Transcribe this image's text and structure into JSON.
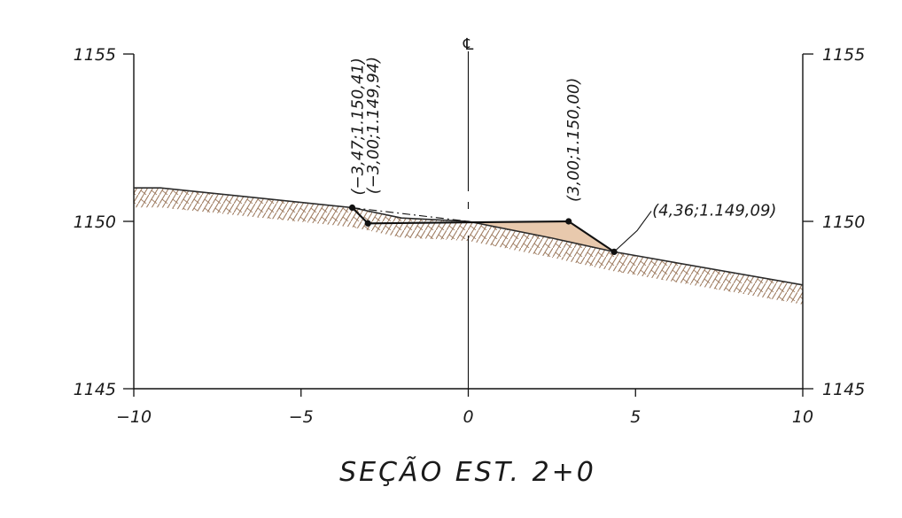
{
  "title": "SEÇÃO EST. 2+0",
  "centerline_symbol": "℄",
  "colors": {
    "ground_line": "#2b2b2b",
    "hatch": "#a07e63",
    "fill_area": "#e8c9ad",
    "axis": "#111111",
    "text": "#1a1a1a"
  },
  "chart_data": {
    "type": "cross-section",
    "title": "SEÇÃO EST. 2+0",
    "xlim": [
      -10,
      10
    ],
    "ylim": [
      1145,
      1155
    ],
    "x_ticks": [
      {
        "value": -10,
        "label": "−10"
      },
      {
        "value": -5,
        "label": "−5"
      },
      {
        "value": 0,
        "label": "0"
      },
      {
        "value": 5,
        "label": "5"
      },
      {
        "value": 10,
        "label": "10"
      }
    ],
    "y_ticks": [
      {
        "value": 1145,
        "label": "1145"
      },
      {
        "value": 1150,
        "label": "1150"
      },
      {
        "value": 1155,
        "label": "1155"
      }
    ],
    "ground_profile": [
      {
        "x": -10,
        "y": 1151.0
      },
      {
        "x": -9.2,
        "y": 1151.0
      },
      {
        "x": -3.47,
        "y": 1150.41
      },
      {
        "x": -2.0,
        "y": 1150.1
      },
      {
        "x": 0,
        "y": 1150.0
      },
      {
        "x": 2.5,
        "y": 1149.5
      },
      {
        "x": 4.36,
        "y": 1149.09
      },
      {
        "x": 10,
        "y": 1148.1
      }
    ],
    "design_section": [
      {
        "x": -3.47,
        "y": 1150.41
      },
      {
        "x": -3.0,
        "y": 1149.94
      },
      {
        "x": 3.0,
        "y": 1150.0
      },
      {
        "x": 4.36,
        "y": 1149.09
      }
    ],
    "fill_region": [
      {
        "x": 0,
        "y": 1150.0
      },
      {
        "x": 3.0,
        "y": 1150.0
      },
      {
        "x": 4.36,
        "y": 1149.09
      },
      {
        "x": 2.5,
        "y": 1149.5
      }
    ],
    "dashed_line": [
      {
        "x": -3.47,
        "y": 1150.41
      },
      {
        "x": 0,
        "y": 1150.0
      }
    ],
    "points": [
      {
        "x": -3.47,
        "y": 1150.41,
        "label": "(−3,47;1.150,41)",
        "orientation": "vertical"
      },
      {
        "x": -3.0,
        "y": 1149.94,
        "label": "(−3,00;1.149,94)",
        "orientation": "vertical"
      },
      {
        "x": 3.0,
        "y": 1150.0,
        "label": "(3,00;1.150,00)",
        "orientation": "vertical"
      },
      {
        "x": 4.36,
        "y": 1149.09,
        "label": "(4,36;1.149,09)",
        "orientation": "leader"
      }
    ]
  }
}
